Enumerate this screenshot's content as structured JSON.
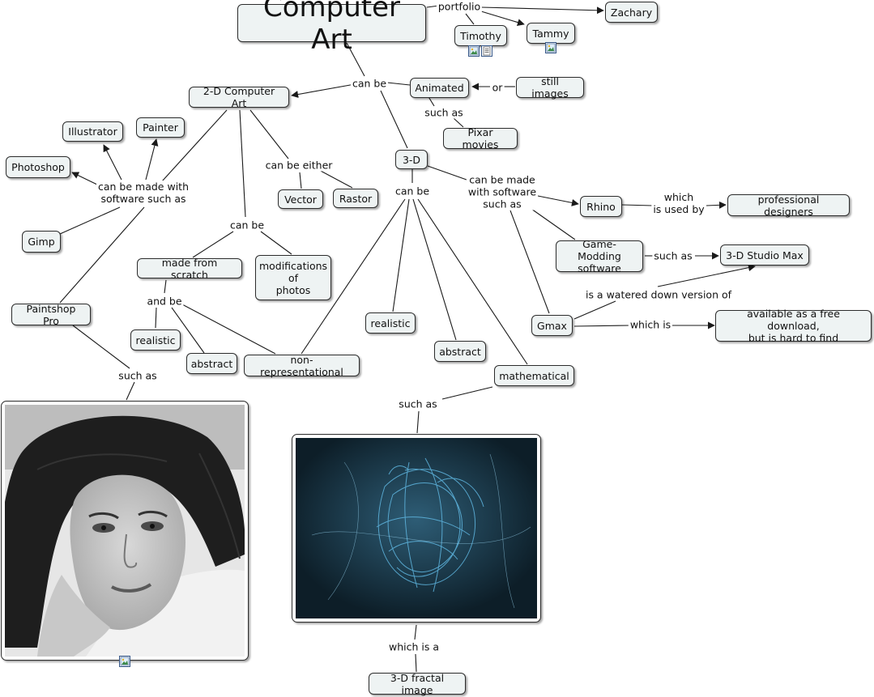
{
  "map": {
    "title": "Computer Art",
    "nodes": {
      "zachary": "Zachary",
      "timothy": "Timothy",
      "tammy": "Tammy",
      "animated": "Animated",
      "still_images": "still images",
      "two_d": "2-D Computer Art",
      "pixar": "Pixar movies",
      "illustrator": "Illustrator",
      "painter": "Painter",
      "photoshop": "Photoshop",
      "gimp": "Gimp",
      "three_d": "3-D",
      "vector": "Vector",
      "rastor": "Rastor",
      "rhino": "Rhino",
      "pro_designers": "professional designers",
      "game_modding": "Game-Modding\nsoftware",
      "studio_max": "3-D Studio Max",
      "made_from_scratch": "made from scratch",
      "modifications": "modifications\nof\nphotos",
      "paintshop_pro": "Paintshop Pro",
      "realistic_2d": "realistic",
      "abstract_2d": "abstract",
      "non_rep": "non-representational",
      "realistic_3d": "realistic",
      "abstract_3d": "abstract",
      "gmax": "Gmax",
      "free_download": "available as a free download,\nbut is hard to find",
      "mathematical": "mathematical",
      "fractal": "3-D fractal image"
    },
    "labels": {
      "portfolio": "portfolio",
      "can_be_top": "can be",
      "or": "or",
      "such_as_pixar": "such as",
      "can_be_made_2d": "can be made with\nsoftware such as",
      "can_be_either": "can be either",
      "can_be_3d": "can be",
      "can_be_made_3d": "can be made\nwith software\nsuch as",
      "which_used_by": "which\nis used by",
      "such_as_max": "such as",
      "watered_down": "is a watered down version of",
      "which_is": "which is",
      "can_be_2d": "can be",
      "and_be": "and be",
      "such_as_photo": "such as",
      "such_as_math": "such as",
      "which_is_a": "which is a"
    },
    "icons": {
      "timothy_resources": [
        "image-icon",
        "document-icon"
      ],
      "tammy_resources": [
        "image-icon"
      ],
      "portrait_resources": [
        "image-icon"
      ]
    },
    "colors": {
      "node_fill": "#eef3f3",
      "node_border": "#2c2c2c",
      "link": "#1a1a1a",
      "fractal_bg": "#0d1e28",
      "fractal_glow": "#5fb6e0"
    }
  }
}
